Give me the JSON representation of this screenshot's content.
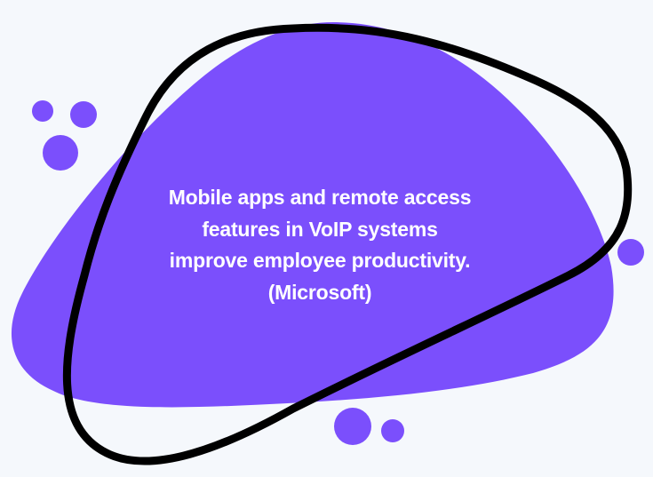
{
  "quote": {
    "lines": [
      "Mobile apps and remote access",
      "features in VoIP systems",
      "improve employee productivity.",
      "(Microsoft)"
    ]
  },
  "colors": {
    "background": "#f5f8fc",
    "blob": "#7b4ffc",
    "outline": "#000000",
    "text": "#ffffff"
  }
}
